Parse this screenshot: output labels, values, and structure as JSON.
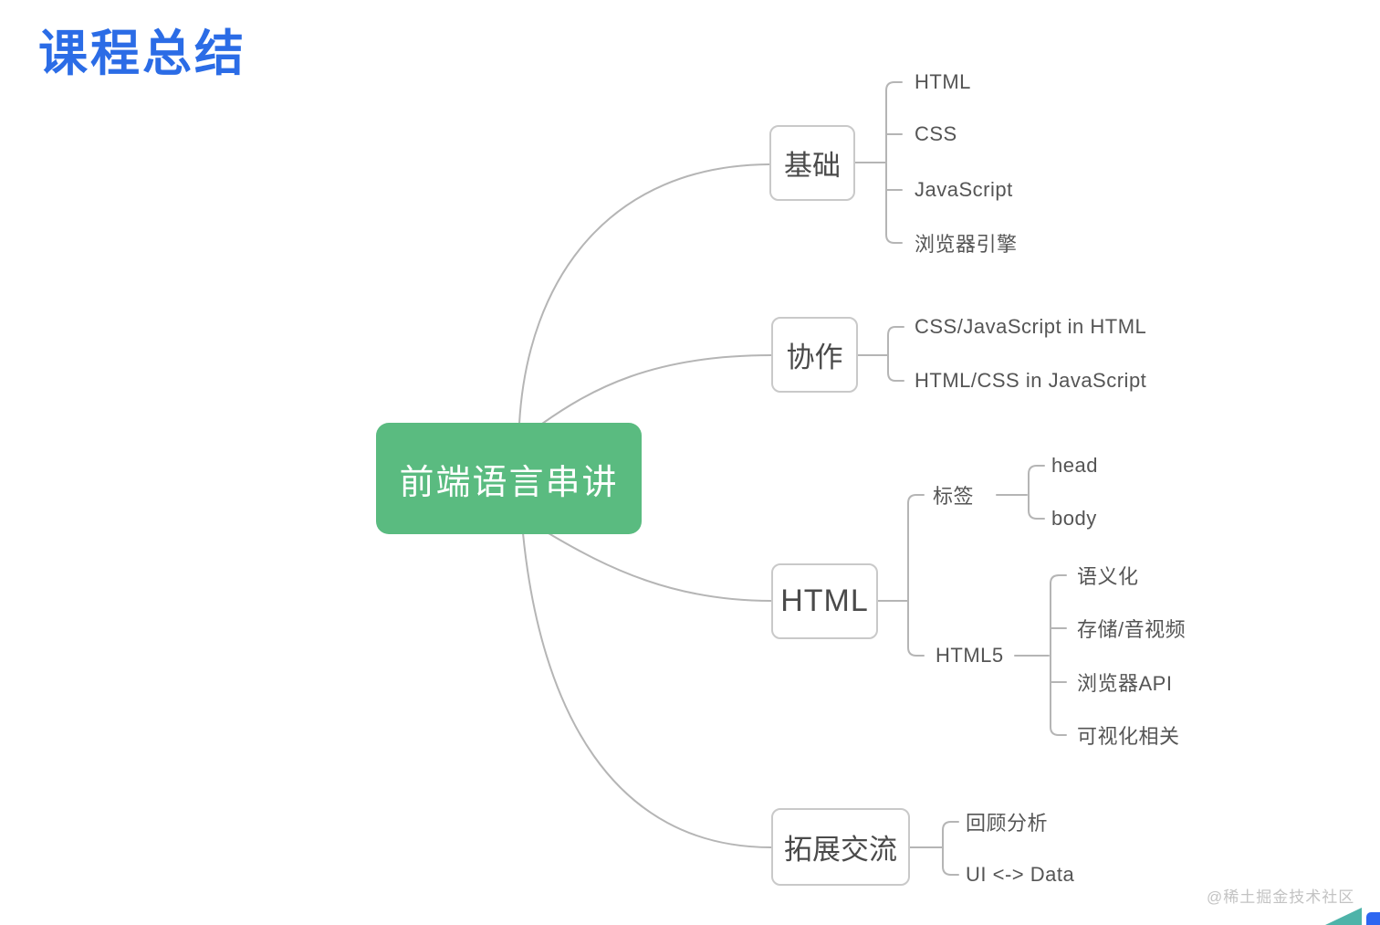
{
  "title": "课程总结",
  "root": {
    "label": "前端语言串讲"
  },
  "branches": [
    {
      "label": "基础",
      "children": [
        "HTML",
        "CSS",
        "JavaScript",
        "浏览器引擎"
      ]
    },
    {
      "label": "协作",
      "children": [
        "CSS/JavaScript in HTML",
        "HTML/CSS in JavaScript"
      ]
    },
    {
      "label": "HTML",
      "children": [
        {
          "label": "标签",
          "children": [
            "head",
            "body"
          ]
        },
        {
          "label": "HTML5",
          "children": [
            "语义化",
            "存储/音视频",
            "浏览器API",
            "可视化相关"
          ]
        }
      ]
    },
    {
      "label": "拓展交流",
      "children": [
        "回顾分析",
        "UI <-> Data"
      ]
    }
  ],
  "watermark": "@稀土掘金技术社区",
  "colors": {
    "title_blue": "#2B6CE6",
    "root_green": "#5ABB80",
    "node_border": "#C9C9C9",
    "node_text": "#4A4A4A",
    "line_gray": "#B5B5B5",
    "watermark_gray": "#C3C3C3",
    "logo_teal": "#4EB3A9",
    "logo_blue": "#2D66F1"
  }
}
